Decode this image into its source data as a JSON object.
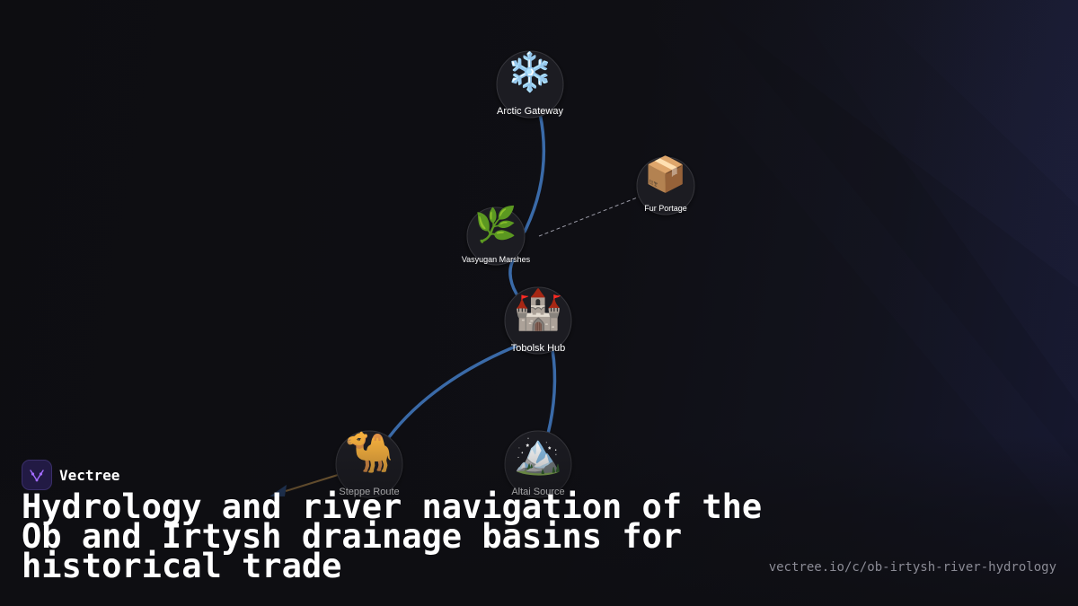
{
  "brand": {
    "name": "Vectree",
    "logo_icon": "v-network-logo-icon",
    "logo_color": "#a26bff"
  },
  "title": "Hydrology and river navigation of the\nOb and Irtysh drainage basins for\nhistorical trade",
  "url": "vectree.io/c/ob-irtysh-river-hydrology",
  "colors": {
    "river": "#3a6aa8",
    "arrow": "#27436f",
    "land_route": "#8a6a3a",
    "dashed_link": "#9a9aa6",
    "node_fill": "#1e1e22",
    "node_stroke": "#34343a"
  },
  "nodes": [
    {
      "id": "arctic",
      "label": "Arctic Gateway",
      "icon": "❄️",
      "icon_name": "snowflake-icon"
    },
    {
      "id": "fur",
      "label": "Fur Portage",
      "icon": "📦",
      "icon_name": "package-icon"
    },
    {
      "id": "vasyugan",
      "label": "Vasyugan Marshes",
      "icon": "🌿",
      "icon_name": "herb-icon"
    },
    {
      "id": "tobolsk",
      "label": "Tobolsk Hub",
      "icon": "🏰",
      "icon_name": "castle-icon"
    },
    {
      "id": "steppe",
      "label": "Steppe Route",
      "icon": "🐪",
      "icon_name": "camel-icon"
    },
    {
      "id": "altai",
      "label": "Altai Source",
      "icon": "🏔️",
      "icon_name": "mountain-icon"
    }
  ],
  "edges": [
    {
      "from": "arctic",
      "to": "vasyugan",
      "style": "river"
    },
    {
      "from": "vasyugan",
      "to": "tobolsk",
      "style": "river"
    },
    {
      "from": "tobolsk",
      "to": "steppe",
      "style": "river"
    },
    {
      "from": "tobolsk",
      "to": "altai",
      "style": "river"
    },
    {
      "from": "vasyugan",
      "to": "fur",
      "style": "dashed"
    },
    {
      "from": "steppe",
      "to": "offscreen",
      "style": "arrow"
    }
  ]
}
